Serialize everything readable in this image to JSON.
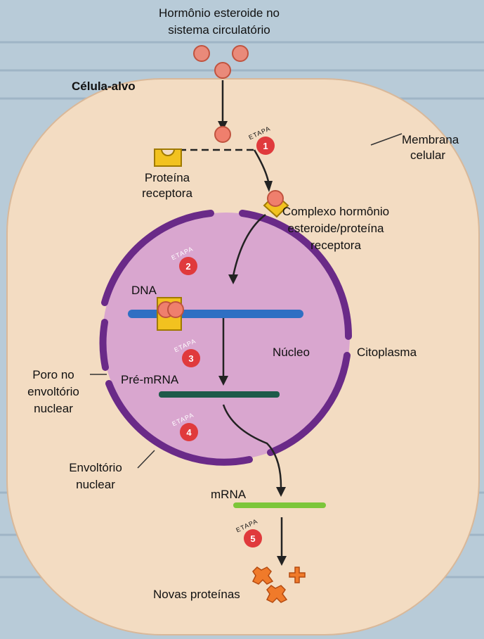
{
  "labels": {
    "hormone": [
      "Hormônio esteroide no",
      "sistema circulatório"
    ],
    "target_cell": "Célula-alvo",
    "membrane": [
      "Membrana",
      "celular"
    ],
    "receptor": [
      "Proteína",
      "receptora"
    ],
    "complex": [
      "Complexo hormônio",
      "esteroide/proteína",
      "receptora"
    ],
    "dna": "DNA",
    "nucleus": "Núcleo",
    "cytoplasm": "Citoplasma",
    "pore": [
      "Poro no",
      "envoltório",
      "nuclear"
    ],
    "pre_mrna": "Pré-mRNA",
    "envelope": [
      "Envoltório",
      "nuclear"
    ],
    "mrna": "mRNA",
    "new_proteins": "Novas proteínas"
  },
  "steps": [
    {
      "word": "ETAPA",
      "num": "1"
    },
    {
      "word": "ETAPA",
      "num": "2"
    },
    {
      "word": "ETAPA",
      "num": "3"
    },
    {
      "word": "ETAPA",
      "num": "4"
    },
    {
      "word": "ETAPA",
      "num": "5"
    }
  ],
  "colors": {
    "cell": "#f3dcc2",
    "nucleus": "#d9a6cf",
    "envelope": "#6a2a88",
    "hormone": "#ef7f6d",
    "receptor": "#f2c21f",
    "dna": "#2f6fc3",
    "pre_mrna": "#1e5a4a",
    "mrna": "#7cc63a",
    "badge": "#e03a3c",
    "protein": "#f07a2a"
  }
}
